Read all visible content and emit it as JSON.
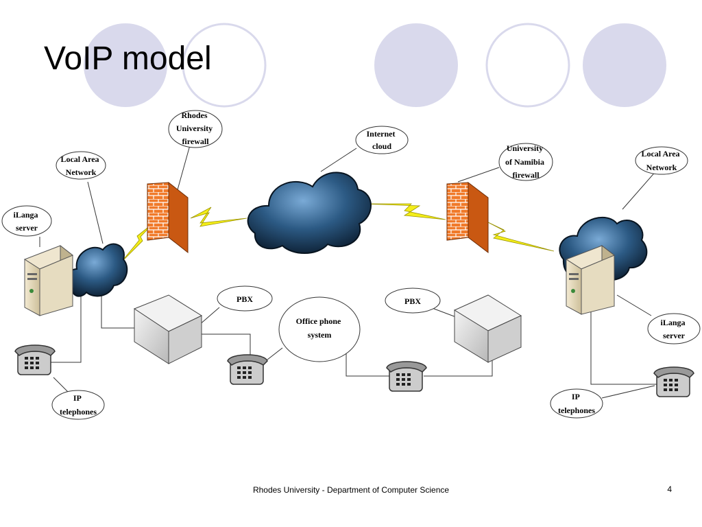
{
  "slide": {
    "title": "VoIP model",
    "footer": "Rhodes University - Department of Computer Science",
    "page_number": "4"
  },
  "labels": {
    "rhodes_fw": [
      "Rhodes",
      "University",
      "firewall"
    ],
    "internet": [
      "Internet",
      "cloud"
    ],
    "namibia_fw": [
      "University",
      "of Namibia",
      "firewall"
    ],
    "lan_left": [
      "Local Area",
      "Network"
    ],
    "lan_right": [
      "Local Area",
      "Network"
    ],
    "ilanga_left": [
      "iLanga",
      "server"
    ],
    "ilanga_right": [
      "iLanga",
      "server"
    ],
    "pbx_left": [
      "PBX"
    ],
    "pbx_right": [
      "PBX"
    ],
    "office_phone": [
      "Office phone",
      "system"
    ],
    "ip_tel_left": [
      "IP",
      "telephones"
    ],
    "ip_tel_right": [
      "IP",
      "telephones"
    ]
  },
  "colors": {
    "circle_fill": "#d9d9ec",
    "circle_stroke": "#d9d9ec",
    "firewall": "#f07a2a",
    "cloud": "#2c5a84",
    "lightning": "#f4ee1a"
  }
}
